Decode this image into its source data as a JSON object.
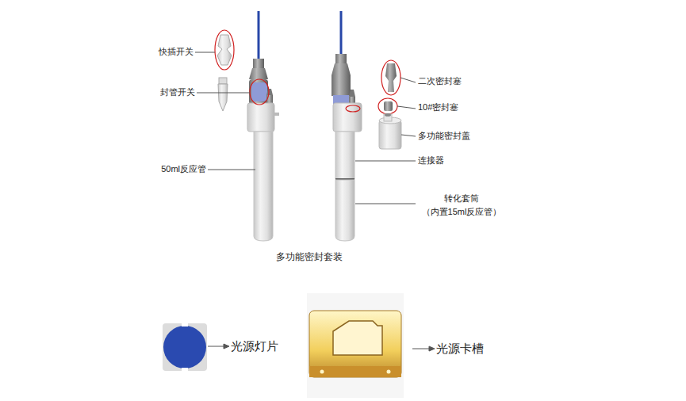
{
  "diagram": {
    "caption": "多功能密封套装",
    "labels": [
      "快插开关",
      "封管开关",
      "50ml反应管",
      "二次密封塞",
      "10#密封塞",
      "多功能密封盖",
      "连接器",
      "转化套筒",
      "（内置15ml反应管）",
      "光源灯片",
      "光源卡槽"
    ]
  }
}
